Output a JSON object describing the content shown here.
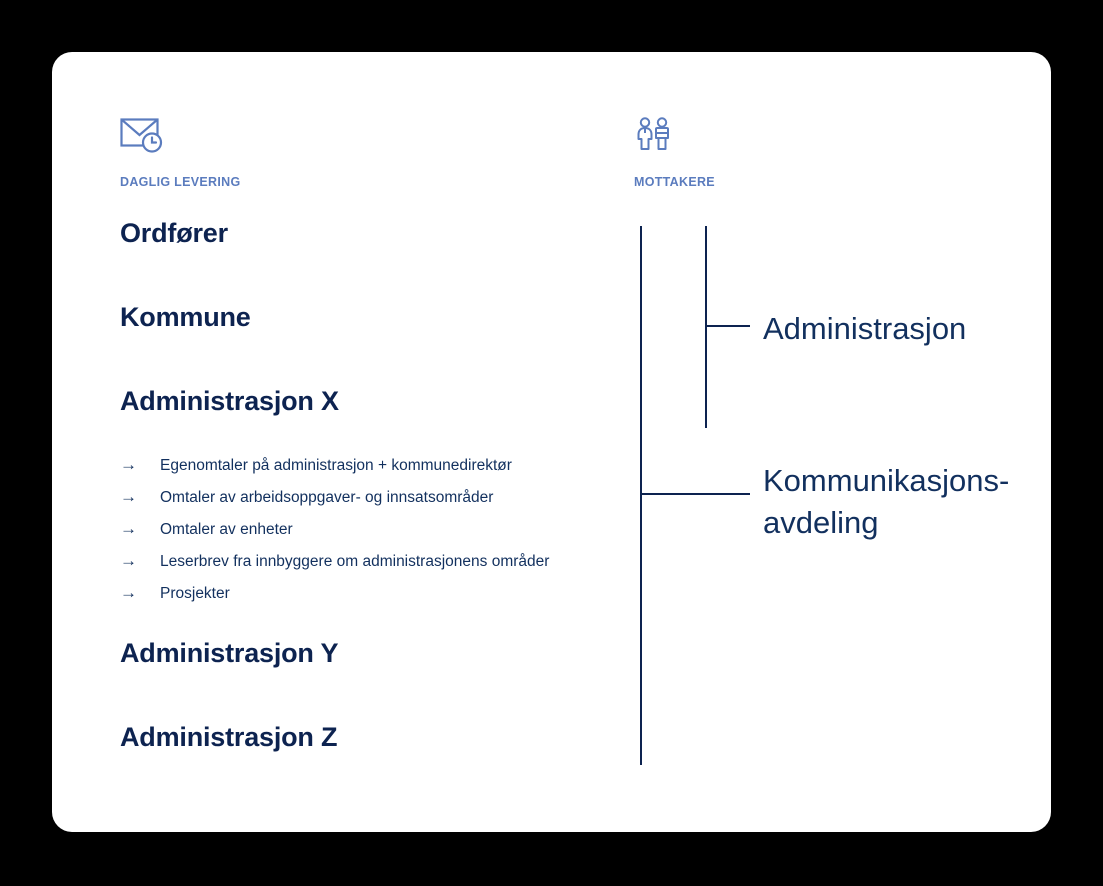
{
  "columns": {
    "delivery": {
      "icon": "envelope-clock-icon",
      "label": "DAGLIG LEVERING"
    },
    "recipients": {
      "icon": "two-people-icon",
      "label": "MOTTAKERE"
    }
  },
  "left_column": {
    "headings": [
      {
        "text": "Ordfører"
      },
      {
        "text": "Kommune"
      },
      {
        "text": "Administrasjon X"
      },
      {
        "text": "Administrasjon Y"
      },
      {
        "text": "Administrasjon Z"
      }
    ],
    "bullets": {
      "marker": "→",
      "items": [
        "Egenomtaler på administrasjon + kommunedirektør",
        "Omtaler av arbeidsoppgaver- og innsatsområder",
        "Omtaler av enheter",
        "Leserbrev fra innbyggere om administrasjonens områder",
        "Prosjekter"
      ]
    }
  },
  "right_column": {
    "labels": [
      {
        "text": "Administrasjon"
      },
      {
        "text": "Kommunikasjons-\navdeling"
      }
    ]
  },
  "colors": {
    "background": "#000000",
    "card": "#ffffff",
    "navy": "#0d2350",
    "text_navy": "#12305e",
    "accent_blue": "#5b7cbe"
  }
}
